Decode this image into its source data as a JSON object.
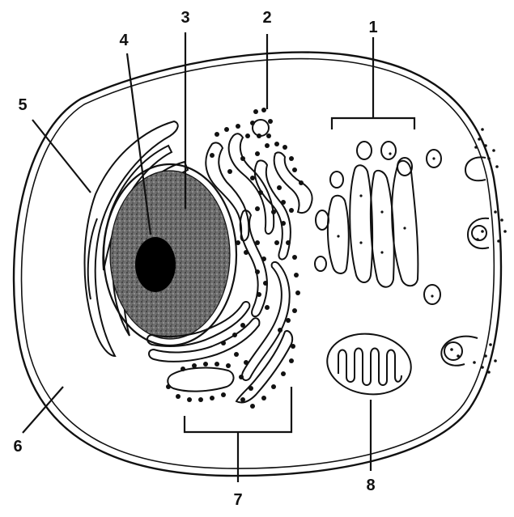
{
  "labels": {
    "l1": "1",
    "l2": "2",
    "l3": "3",
    "l4": "4",
    "l5": "5",
    "l6": "6",
    "l7": "7",
    "l8": "8"
  },
  "colors": {
    "ink": "#111111",
    "nucleus_fill": "#5a5a5a",
    "nucleolus": "#000000",
    "background": "#ffffff"
  }
}
